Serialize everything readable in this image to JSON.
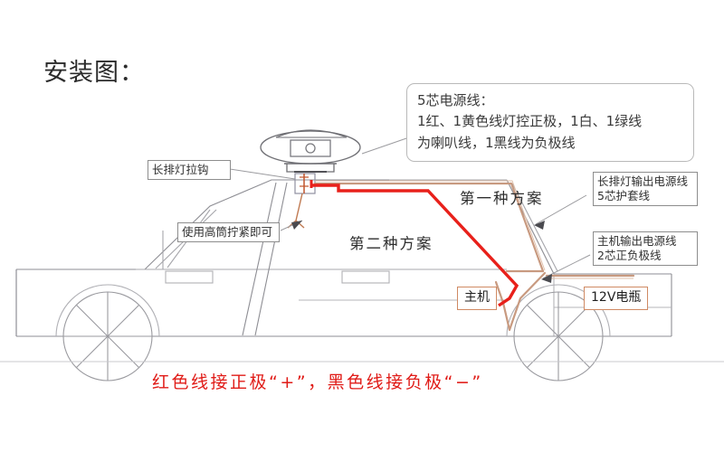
{
  "title": "安装图：",
  "colors": {
    "wire_red": "#e8201a",
    "wire_tan": "#c89a80",
    "car_outline": "#8e8e94",
    "tag_border_orange": "#d08a63",
    "note_red": "#e01b17"
  },
  "callouts": {
    "power_cable": {
      "text": "5芯电源线：\n1红、1黄色线灯控正极，1白、1绿线\n为喇叭线，1黑线为负极线"
    }
  },
  "tags": {
    "light_bar_hook": "长排灯拉钩",
    "socket_tighten": "使用高筒拧紧即可",
    "light_bar_output": "长排灯输出电源线\n5芯护套线",
    "main_unit_output": "主机输出电源线\n2芯正负极线",
    "main_unit": "主机",
    "battery": "12V电瓶"
  },
  "schemes": {
    "first": "第一种方案",
    "second": "第二种方案"
  },
  "bottom_note": "红色线接正极“+”，黑色线接负极“−”",
  "diagram": {
    "type": "installation-diagram",
    "subject": "车顶长排灯接线安装示意图",
    "vehicle": "sedan side view, facing right",
    "components": [
      "长排灯 (light bar) mounted on roof",
      "长排灯拉钩 (mounting hook bracket)",
      "主机 (main control unit) behind front wheel arch",
      "12V电瓶 (12V battery) under hood"
    ],
    "wiring_paths": [
      "第一种方案 — 长排灯输出电源线(5芯护套线) runs along roofline and down A-pillar",
      "第二种方案 — 红色线 routed from light bar across roof, down windshield, to 主机",
      "主机输出电源线(2芯正负极线) from 主机 to 12V电瓶"
    ]
  }
}
